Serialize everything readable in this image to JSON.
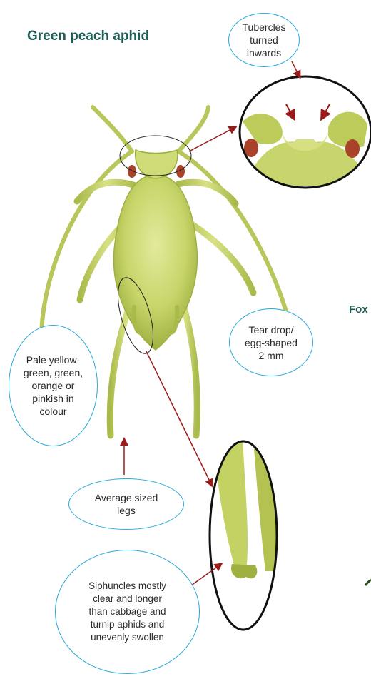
{
  "title": "Green peach aphid",
  "cutoff_label": "Fox",
  "callouts": {
    "tubercles": "Tubercles\nturned\ninwards",
    "colour": "Pale yellow-\ngreen, green,\norange or\npinkish in\ncolour",
    "shape": "Tear drop/\negg-shaped\n2 mm",
    "legs": "Average sized\nlegs",
    "siphuncles": "Siphuncles mostly\nclear and longer\nthan cabbage and\nturnip aphids and\nunevenly swollen"
  },
  "colors": {
    "title": "#1f5c55",
    "bubble_border": "#29a9d8",
    "arrow": "#9b1b1b",
    "aphid_body": "#c9d66b",
    "aphid_dark": "#8fa03a",
    "eye": "#a8432a"
  }
}
